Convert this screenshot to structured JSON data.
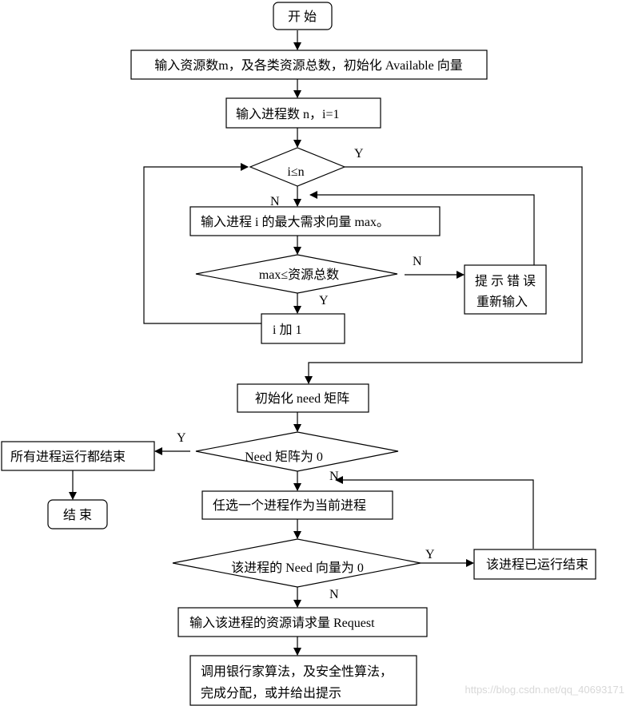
{
  "nodes": {
    "start": "开 始",
    "input_resources": "输入资源数m，及各类资源总数，初始化 Available 向量",
    "input_processes": "输入进程数 n，i=1",
    "cond_i_le_n": "i≤n",
    "input_max": "输入进程 i 的最大需求向量 max。",
    "cond_max": "max≤资源总数",
    "error_line1": "提 示 错 误",
    "error_line2": "重新输入",
    "i_plus_1": "i 加 1",
    "init_need": "初始化 need  矩阵",
    "cond_need_zero": "Need 矩阵为 0",
    "all_done": "所有进程运行都结束",
    "end": "结 束",
    "pick_process": "任选一个进程作为当前进程",
    "cond_proc_need_zero": "该进程的 Need 向量为 0",
    "proc_finished": "该进程已运行结束",
    "input_request": "输入该进程的资源请求量 Request",
    "bank_line1": "调用银行家算法，及安全性算法，",
    "bank_line2": "完成分配，或并给出提示"
  },
  "branch_labels": {
    "y_i_le_n": "Y",
    "n_i_le_n": "N",
    "n_max": "N",
    "y_max": "Y",
    "y_need_zero": "Y",
    "n_need_zero": "N",
    "y_proc_need": "Y",
    "n_proc_need": "N"
  },
  "watermark": "https://blog.csdn.net/qq_40693171"
}
